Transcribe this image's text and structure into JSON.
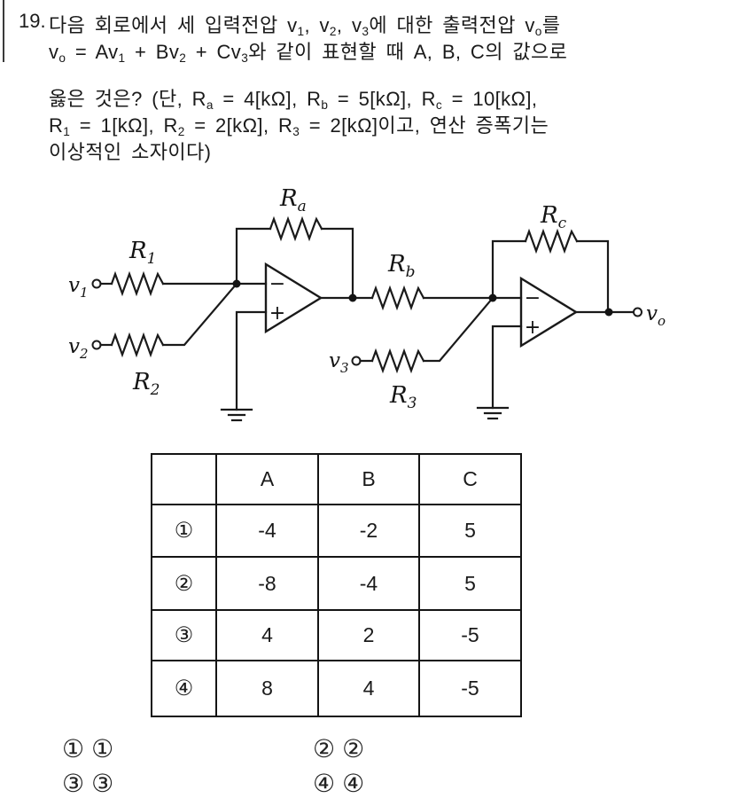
{
  "question": {
    "number": "19.",
    "lines": [
      {
        "segments": [
          {
            "t": "다음 회로에서 세 입력전압 "
          },
          {
            "t": "v"
          },
          {
            "t": "1",
            "sub": true
          },
          {
            "t": ", "
          },
          {
            "t": "v"
          },
          {
            "t": "2",
            "sub": true
          },
          {
            "t": ", "
          },
          {
            "t": "v"
          },
          {
            "t": "3",
            "sub": true
          },
          {
            "t": "에 대한 출력전압 "
          },
          {
            "t": "v"
          },
          {
            "t": "o",
            "sub": true
          },
          {
            "t": "를"
          }
        ]
      },
      {
        "segments": [
          {
            "t": "v"
          },
          {
            "t": "o",
            "sub": true
          },
          {
            "t": " = Av"
          },
          {
            "t": "1",
            "sub": true
          },
          {
            "t": " + Bv"
          },
          {
            "t": "2",
            "sub": true
          },
          {
            "t": " + Cv"
          },
          {
            "t": "3",
            "sub": true
          },
          {
            "t": "와 같이 표현할 때 A, B, C의 값으로"
          }
        ]
      },
      {
        "segments": [
          {
            "t": "옳은 것은? (단, R"
          },
          {
            "t": "a",
            "sub": true
          },
          {
            "t": " = 4[kΩ], R"
          },
          {
            "t": "b",
            "sub": true
          },
          {
            "t": " = 5[kΩ], R"
          },
          {
            "t": "c",
            "sub": true
          },
          {
            "t": " = 10[kΩ],"
          }
        ]
      },
      {
        "segments": [
          {
            "t": "R"
          },
          {
            "t": "1",
            "sub": true
          },
          {
            "t": " = 1[kΩ], R"
          },
          {
            "t": "2",
            "sub": true
          },
          {
            "t": " = 2[kΩ], R"
          },
          {
            "t": "3",
            "sub": true
          },
          {
            "t": " = 2[kΩ]이고, 연산 증폭기는"
          }
        ]
      },
      {
        "segments": [
          {
            "t": "이상적인 소자이다)"
          }
        ]
      }
    ]
  },
  "circuit": {
    "labels": {
      "r1": {
        "main": "R",
        "sub": "1"
      },
      "r2": {
        "main": "R",
        "sub": "2"
      },
      "r3": {
        "main": "R",
        "sub": "3"
      },
      "ra": {
        "main": "R",
        "sub": "a"
      },
      "rb": {
        "main": "R",
        "sub": "b"
      },
      "rc": {
        "main": "R",
        "sub": "c"
      },
      "v1": {
        "main": "v",
        "sub": "1"
      },
      "v2": {
        "main": "v",
        "sub": "2"
      },
      "v3": {
        "main": "v",
        "sub": "3"
      },
      "vo": {
        "main": "v",
        "sub": "o"
      }
    },
    "opamp1": {
      "minus": "−",
      "plus": "+"
    },
    "opamp2": {
      "minus": "−",
      "plus": "+"
    }
  },
  "table": {
    "headers": [
      "",
      "A",
      "B",
      "C"
    ],
    "rows": [
      {
        "label": "①",
        "values": [
          "-4",
          "-2",
          "5"
        ]
      },
      {
        "label": "②",
        "values": [
          "-8",
          "-4",
          "5"
        ]
      },
      {
        "label": "③",
        "values": [
          "4",
          "2",
          "-5"
        ]
      },
      {
        "label": "④",
        "values": [
          "8",
          "4",
          "-5"
        ]
      }
    ]
  },
  "options": [
    {
      "marker": "①",
      "value": "①"
    },
    {
      "marker": "②",
      "value": "②"
    },
    {
      "marker": "③",
      "value": "③"
    },
    {
      "marker": "④",
      "value": "④"
    }
  ],
  "colors": {
    "ink": "#1a1a1a",
    "paper": "#ffffff"
  }
}
